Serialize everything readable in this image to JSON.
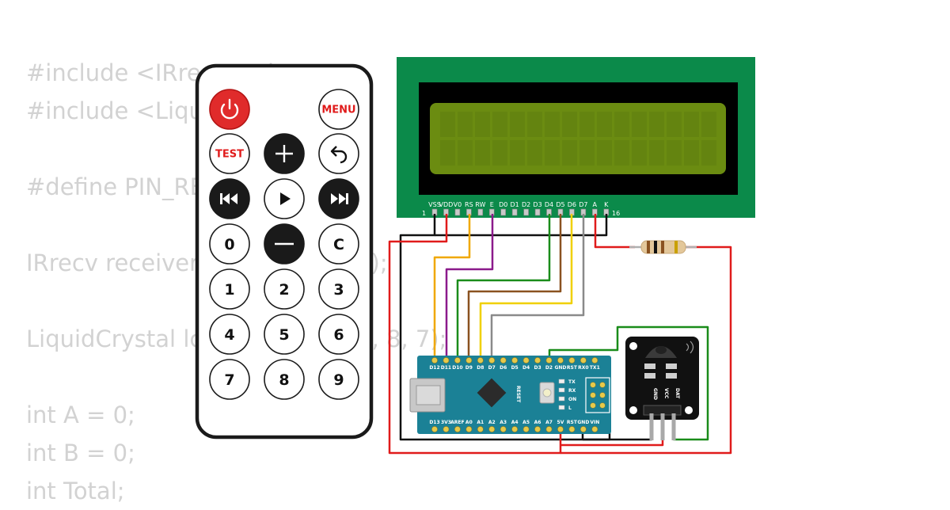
{
  "code_lines": [
    "#include <IRremote.h>",
    "#include <LiquidCrystal.h>",
    "",
    "#define PIN_RECEIVER 2",
    "",
    "IRrecv receiver(PIN_RECEIVER);",
    "",
    "LiquidCrystal lcd(12, 11, 10, 9, 8, 7);",
    "",
    "int A = 0;",
    "int B = 0;",
    "int Total;"
  ],
  "remote": {
    "buttons": [
      {
        "id": "power",
        "label": "",
        "icon": "power-icon",
        "style": "red"
      },
      {
        "id": "menu",
        "label": "MENU",
        "style": "white-red"
      },
      {
        "id": "test",
        "label": "TEST",
        "style": "white-red"
      },
      {
        "id": "plus",
        "label": "+",
        "icon": "plus-icon",
        "style": "black"
      },
      {
        "id": "back",
        "label": "",
        "icon": "back-arrow-icon",
        "style": "white"
      },
      {
        "id": "prev",
        "label": "",
        "icon": "skip-back-icon",
        "style": "black"
      },
      {
        "id": "play",
        "label": "",
        "icon": "play-icon",
        "style": "white"
      },
      {
        "id": "next",
        "label": "",
        "icon": "skip-forward-icon",
        "style": "black"
      },
      {
        "id": "zero",
        "label": "0",
        "style": "white"
      },
      {
        "id": "minus",
        "label": "—",
        "icon": "minus-icon",
        "style": "black"
      },
      {
        "id": "c",
        "label": "C",
        "style": "white"
      },
      {
        "id": "one",
        "label": "1",
        "style": "white"
      },
      {
        "id": "two",
        "label": "2",
        "style": "white"
      },
      {
        "id": "three",
        "label": "3",
        "style": "white"
      },
      {
        "id": "four",
        "label": "4",
        "style": "white"
      },
      {
        "id": "five",
        "label": "5",
        "style": "white"
      },
      {
        "id": "six",
        "label": "6",
        "style": "white"
      },
      {
        "id": "seven",
        "label": "7",
        "style": "white"
      },
      {
        "id": "eight",
        "label": "8",
        "style": "white"
      },
      {
        "id": "nine",
        "label": "9",
        "style": "white"
      }
    ]
  },
  "lcd": {
    "pins": [
      "VSS",
      "VDD",
      "V0",
      "RS",
      "RW",
      "E",
      "D0",
      "D1",
      "D2",
      "D3",
      "D4",
      "D5",
      "D6",
      "D7",
      "A",
      "K"
    ],
    "pin_start": "1",
    "pin_end": "16",
    "board_color": "#0b8a4a",
    "screen_color": "#6b8c11"
  },
  "nano": {
    "top_pins": [
      "D12",
      "D11",
      "D10",
      "D9",
      "D8",
      "D7",
      "D6",
      "D5",
      "D4",
      "D3",
      "D2",
      "GND",
      "RST",
      "RX0",
      "TX1"
    ],
    "bottom_pins": [
      "D13",
      "3V3",
      "AREF",
      "A0",
      "A1",
      "A2",
      "A3",
      "A4",
      "A5",
      "A6",
      "A7",
      "5V",
      "RST",
      "GND",
      "VIN"
    ],
    "reset_label": "RESET",
    "led_labels": [
      "TX",
      "RX",
      "ON",
      "L"
    ],
    "board_color": "#1b8196"
  },
  "ir_receiver": {
    "pins": [
      "GND",
      "VCC",
      "DAT"
    ]
  },
  "colors": {
    "red": "#e01b1b",
    "black": "#111111",
    "orange": "#f0a800",
    "purple": "#8b1a8b",
    "green": "#1a8c1a",
    "brown": "#8a5220",
    "yellow": "#f0d000",
    "gray": "#8a8a8a"
  }
}
